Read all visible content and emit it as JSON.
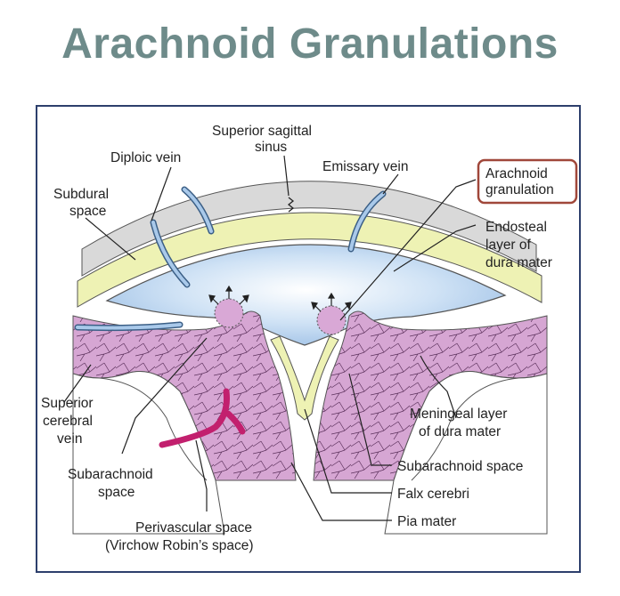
{
  "title": "Arachnoid Granulations",
  "labels": {
    "superior_sagittal_sinus": [
      "Superior sagittal",
      "sinus"
    ],
    "diploic_vein": "Diploic vein",
    "emissary_vein": "Emissary vein",
    "arachnoid_granulation": [
      "Arachnoid",
      "granulation"
    ],
    "subdural_space": [
      "Subdural",
      "space"
    ],
    "endosteal_layer": [
      "Endosteal",
      "layer of",
      "dura mater"
    ],
    "superior_cerebral_vein": [
      "Superior",
      "cerebral",
      "vein"
    ],
    "meningeal_layer": [
      "Meningeal layer",
      "of dura mater"
    ],
    "subarachnoid_space_left": [
      "Subarachnoid",
      "space"
    ],
    "subarachnoid_space_right": "Subarachnoid space",
    "falx_cerebri": "Falx cerebri",
    "pia_mater": "Pia mater",
    "perivascular_space": [
      "Perivascular space",
      "(Virchow Robin’s space)"
    ]
  },
  "colors": {
    "title": "#6e8b8a",
    "frame": "#2d3f6c",
    "highlight_box": "#a0473a",
    "sinus_blue": "#a9c9ea",
    "dura_yellow": "#eef2b4",
    "arachnoid_pink": "#d9a8d6",
    "vein_magenta": "#c2206e",
    "skull_gray": "#d9d9d9"
  }
}
